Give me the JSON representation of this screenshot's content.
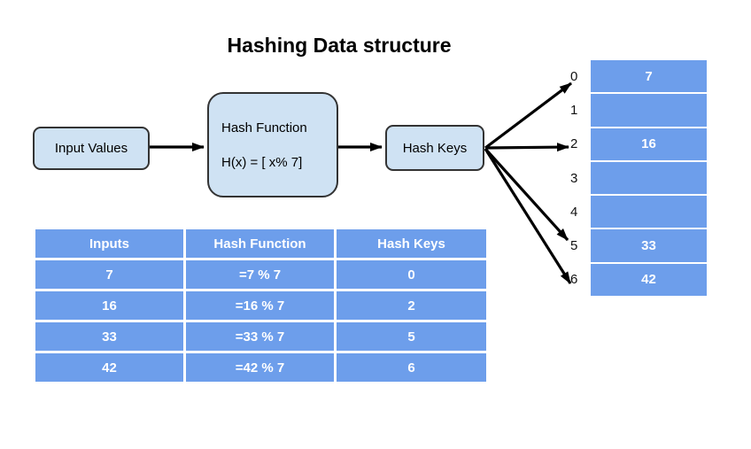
{
  "title": "Hashing Data structure",
  "colors": {
    "cell_blue": "#6d9eeb",
    "box_fill": "#cfe2f3",
    "box_border": "#333333",
    "arrow": "#000000",
    "table_text": "#ffffff"
  },
  "flow": {
    "input_box": {
      "label": "Input Values"
    },
    "hash_function_box": {
      "line1": "Hash Function",
      "line2": "H(x) = [ x% 7]"
    },
    "hash_keys_box": {
      "label": "Hash Keys"
    }
  },
  "array": {
    "slots": [
      {
        "index": "0",
        "value": "7"
      },
      {
        "index": "1",
        "value": ""
      },
      {
        "index": "2",
        "value": "16"
      },
      {
        "index": "3",
        "value": ""
      },
      {
        "index": "4",
        "value": ""
      },
      {
        "index": "5",
        "value": "33"
      },
      {
        "index": "6",
        "value": "42"
      }
    ],
    "arrow_targets": [
      "0",
      "2",
      "5",
      "6"
    ]
  },
  "table": {
    "headers": [
      "Inputs",
      "Hash Function",
      "Hash Keys"
    ],
    "rows": [
      [
        "7",
        "=7 % 7",
        "0"
      ],
      [
        "16",
        "=16 % 7",
        "2"
      ],
      [
        "33",
        "=33 % 7",
        "5"
      ],
      [
        "42",
        "=42 % 7",
        "6"
      ]
    ]
  }
}
